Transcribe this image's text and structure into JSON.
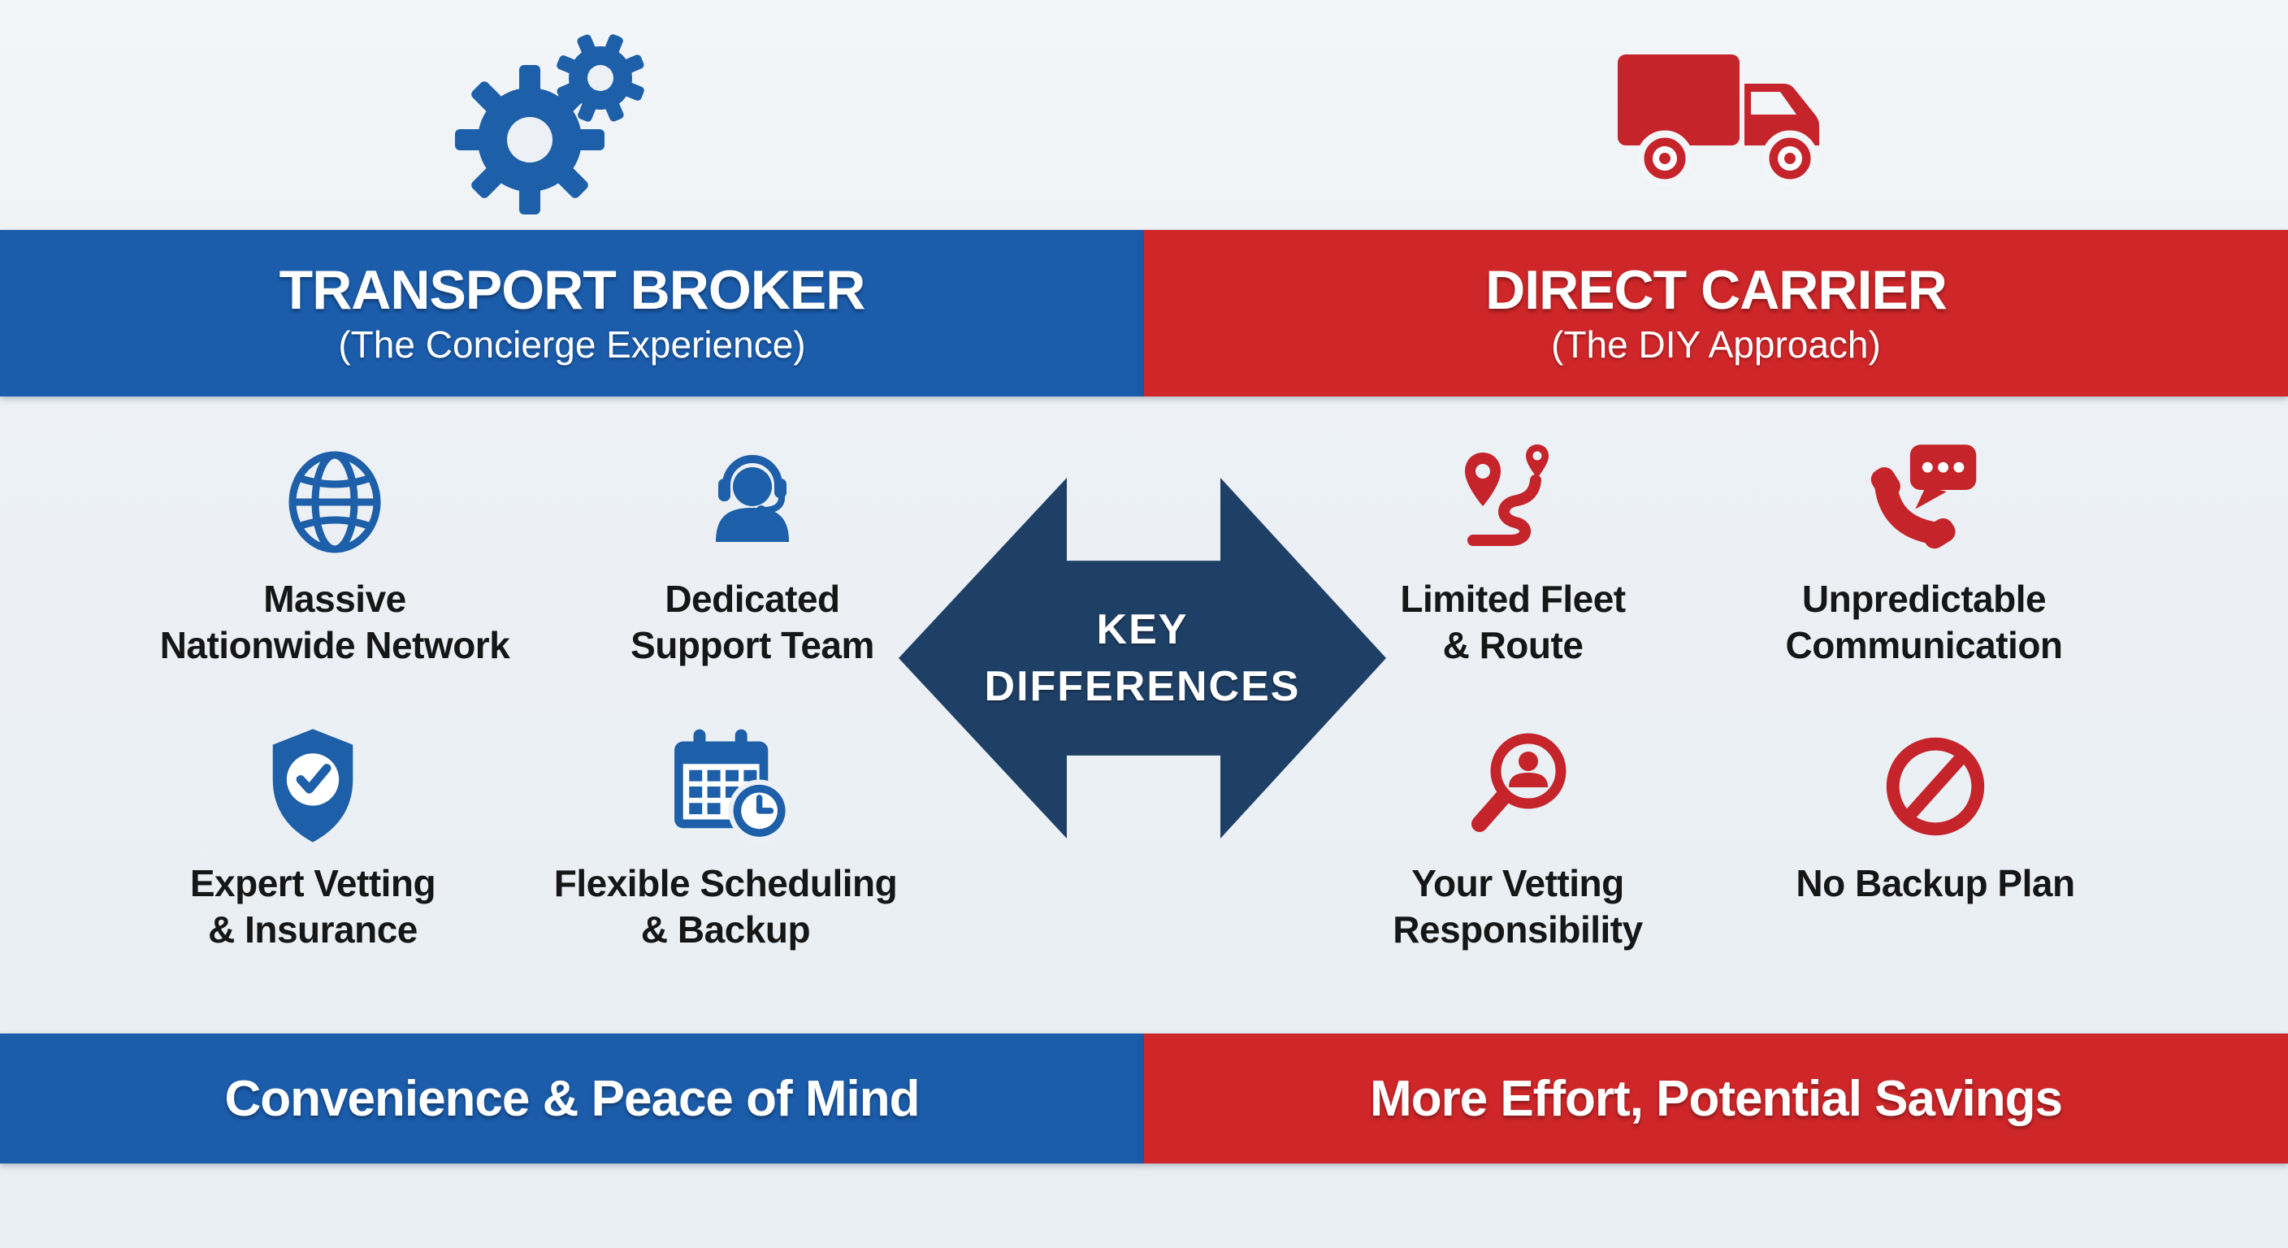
{
  "colors": {
    "broker_blue": "#1b5cab",
    "carrier_red": "#ce2629",
    "arrow_navy": "#1f4066",
    "icon_blue": "#1d5fa8",
    "icon_red": "#c5242b",
    "background": "#edf1f5",
    "label_text": "#161616"
  },
  "left_header": {
    "title": "TRANSPORT BROKER",
    "subtitle": "(The Concierge Experience)"
  },
  "right_header": {
    "title": "DIRECT CARRIER",
    "subtitle": "(The DIY Approach)"
  },
  "center": {
    "line1": "KEY",
    "line2": "DIFFERENCES"
  },
  "left_items": [
    {
      "icon": "globe-icon",
      "label_line1": "Massive",
      "label_line2": "Nationwide Network"
    },
    {
      "icon": "headset-agent-icon",
      "label_line1": "Dedicated",
      "label_line2": "Support Team"
    },
    {
      "icon": "shield-check-icon",
      "label_line1": "Expert Vetting",
      "label_line2": "& Insurance"
    },
    {
      "icon": "calendar-clock-icon",
      "label_line1": "Flexible Scheduling",
      "label_line2": "& Backup"
    }
  ],
  "right_items": [
    {
      "icon": "route-pins-icon",
      "label_line1": "Limited Fleet",
      "label_line2": "& Route"
    },
    {
      "icon": "phone-chat-icon",
      "label_line1": "Unpredictable",
      "label_line2": "Communication"
    },
    {
      "icon": "magnifier-person-icon",
      "label_line1": "Your Vetting",
      "label_line2": "Responsibility"
    },
    {
      "icon": "prohibited-icon",
      "label_line1": "No Backup Plan",
      "label_line2": ""
    }
  ],
  "left_footer": "Convenience & Peace of Mind",
  "right_footer": "More Effort, Potential Savings"
}
